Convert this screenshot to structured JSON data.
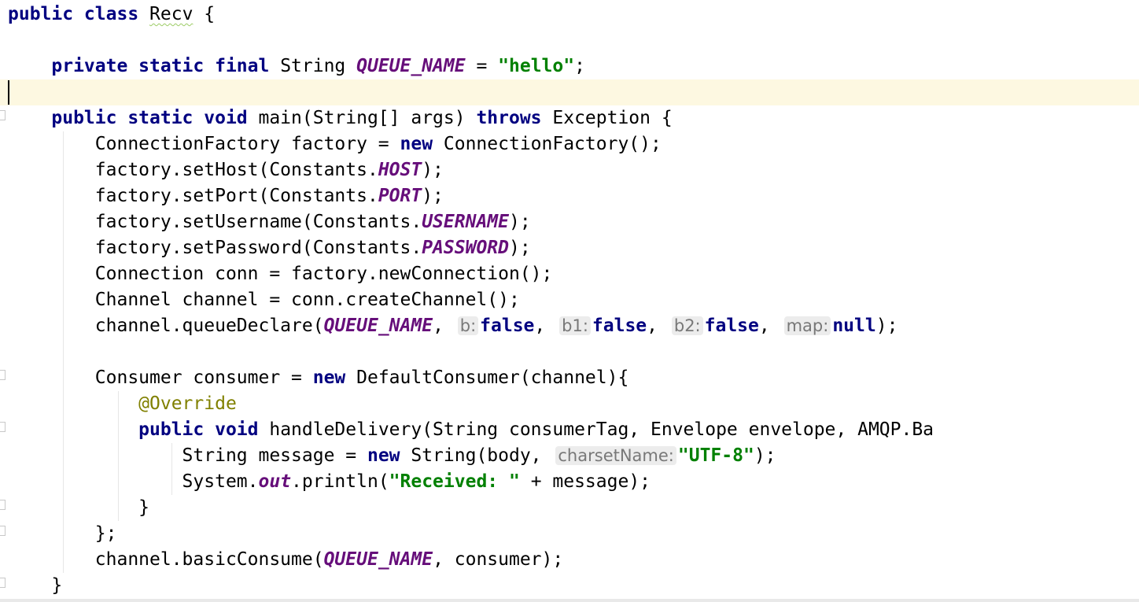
{
  "editor": {
    "language": "Java",
    "class_name": "Recv",
    "current_line": 4,
    "lines": [
      [
        {
          "t": "public class",
          "c": "kw"
        },
        {
          "t": " "
        },
        {
          "t": "Recv",
          "c": "squiggle"
        },
        {
          "t": " {"
        }
      ],
      [],
      [
        {
          "t": "    "
        },
        {
          "t": "private static final",
          "c": "kw"
        },
        {
          "t": " String "
        },
        {
          "t": "QUEUE_NAME",
          "c": "cst"
        },
        {
          "t": " = "
        },
        {
          "t": "\"hello\"",
          "c": "str"
        },
        {
          "t": ";"
        }
      ],
      [],
      [
        {
          "t": "    "
        },
        {
          "t": "public static void",
          "c": "kw"
        },
        {
          "t": " main(String[] args) "
        },
        {
          "t": "throws",
          "c": "kw"
        },
        {
          "t": " Exception {"
        }
      ],
      [
        {
          "t": "        ConnectionFactory factory = "
        },
        {
          "t": "new",
          "c": "kw"
        },
        {
          "t": " ConnectionFactory();"
        }
      ],
      [
        {
          "t": "        factory.setHost(Constants."
        },
        {
          "t": "HOST",
          "c": "cst"
        },
        {
          "t": ");"
        }
      ],
      [
        {
          "t": "        factory.setPort(Constants."
        },
        {
          "t": "PORT",
          "c": "cst"
        },
        {
          "t": ");"
        }
      ],
      [
        {
          "t": "        factory.setUsername(Constants."
        },
        {
          "t": "USERNAME",
          "c": "cst"
        },
        {
          "t": ");"
        }
      ],
      [
        {
          "t": "        factory.setPassword(Constants."
        },
        {
          "t": "PASSWORD",
          "c": "cst"
        },
        {
          "t": ");"
        }
      ],
      [
        {
          "t": "        Connection conn = factory.newConnection();"
        }
      ],
      [
        {
          "t": "        Channel channel = conn.createChannel();"
        }
      ],
      [
        {
          "t": "        channel.queueDeclare("
        },
        {
          "t": "QUEUE_NAME",
          "c": "cst"
        },
        {
          "t": ", "
        },
        {
          "t": "b:",
          "c": "hint"
        },
        {
          "t": "false",
          "c": "kw"
        },
        {
          "t": ", "
        },
        {
          "t": "b1:",
          "c": "hint"
        },
        {
          "t": "false",
          "c": "kw"
        },
        {
          "t": ", "
        },
        {
          "t": "b2:",
          "c": "hint"
        },
        {
          "t": "false",
          "c": "kw"
        },
        {
          "t": ", "
        },
        {
          "t": "map:",
          "c": "hint"
        },
        {
          "t": "null",
          "c": "kw"
        },
        {
          "t": ");"
        }
      ],
      [],
      [
        {
          "t": "        Consumer consumer = "
        },
        {
          "t": "new",
          "c": "kw"
        },
        {
          "t": " DefaultConsumer(channel){"
        }
      ],
      [
        {
          "t": "            "
        },
        {
          "t": "@Override",
          "c": "ann"
        }
      ],
      [
        {
          "t": "            "
        },
        {
          "t": "public void",
          "c": "kw"
        },
        {
          "t": " handleDelivery(String consumerTag, Envelope envelope, AMQP.Ba"
        }
      ],
      [
        {
          "t": "                String message = "
        },
        {
          "t": "new",
          "c": "kw"
        },
        {
          "t": " String(body, "
        },
        {
          "t": "charsetName:",
          "c": "hint"
        },
        {
          "t": "\"UTF-8\"",
          "c": "str"
        },
        {
          "t": ");"
        }
      ],
      [
        {
          "t": "                System."
        },
        {
          "t": "out",
          "c": "cst"
        },
        {
          "t": ".println("
        },
        {
          "t": "\"Received: \"",
          "c": "str"
        },
        {
          "t": " + message);"
        }
      ],
      [
        {
          "t": "            }"
        }
      ],
      [
        {
          "t": "        };"
        }
      ],
      [
        {
          "t": "        channel.basicConsume("
        },
        {
          "t": "QUEUE_NAME",
          "c": "cst"
        },
        {
          "t": ", consumer);"
        }
      ],
      [
        {
          "t": "    }"
        }
      ]
    ]
  },
  "colors": {
    "keyword": "#000080",
    "constant": "#660e7a",
    "string": "#008000",
    "annotation": "#808000",
    "hint_text": "#787878",
    "hint_background": "#ececec",
    "current_line_background": "#fdf8e1"
  }
}
